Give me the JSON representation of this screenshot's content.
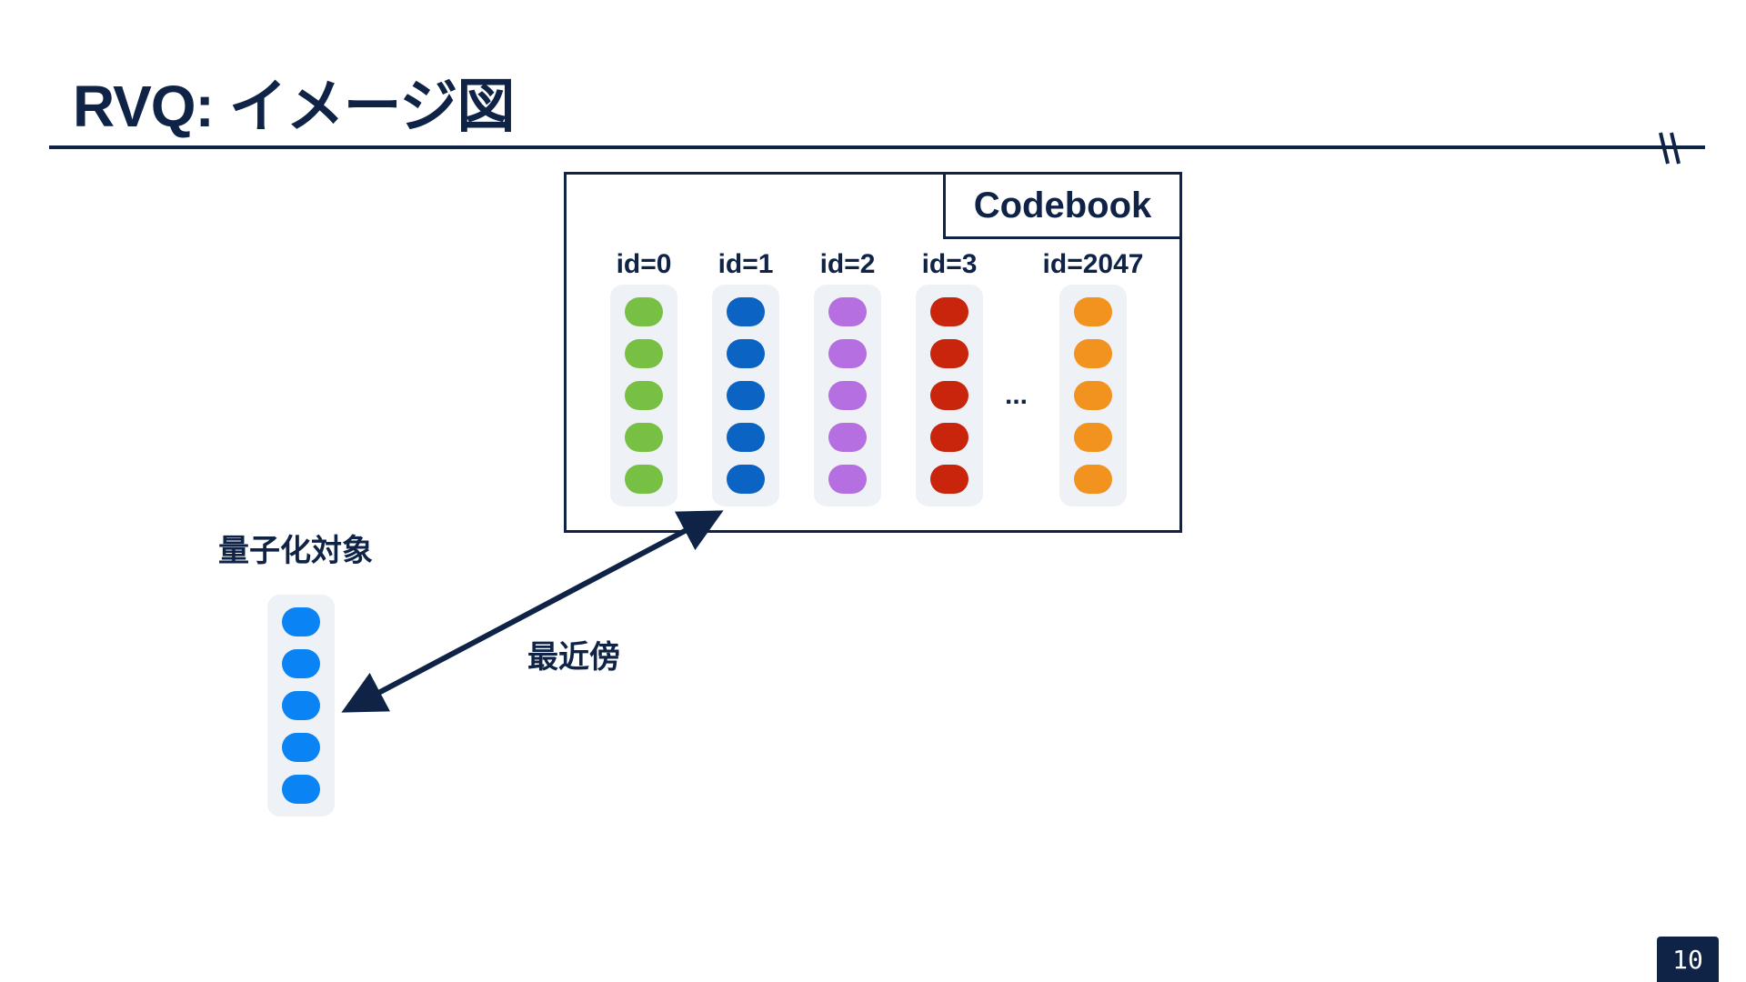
{
  "slide": {
    "title": "RVQ: イメージ図",
    "page_number": "10"
  },
  "codebook": {
    "label": "Codebook",
    "ellipsis": "...",
    "entries": [
      {
        "id_label": "id=0",
        "color": "#77c043"
      },
      {
        "id_label": "id=1",
        "color": "#0b63c4"
      },
      {
        "id_label": "id=2",
        "color": "#b56fe0"
      },
      {
        "id_label": "id=3",
        "color": "#c8250c"
      },
      {
        "id_label": "id=2047",
        "color": "#f2921f"
      }
    ],
    "vector_length": 5
  },
  "target": {
    "label": "量子化対象",
    "color": "#0a84f5"
  },
  "nearest_neighbor": {
    "label": "最近傍",
    "arrow": "double-headed",
    "connects": [
      "id=1",
      "量子化対象"
    ]
  },
  "colors": {
    "navy": "#0f2347",
    "vector_bg": "#eef1f5"
  }
}
